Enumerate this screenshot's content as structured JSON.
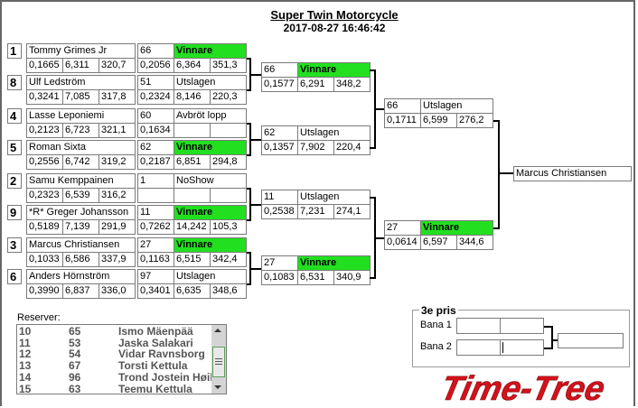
{
  "header": {
    "title": "Super Twin Motorcycle",
    "datetime": "2017-08-27 16:46:42"
  },
  "round1": [
    {
      "riders": [
        {
          "seed": "1",
          "name": "Tommy Grimes Jr",
          "rt": "0,1665",
          "et": "6,311",
          "speed": "320,7",
          "bib": "66",
          "status": "Vinnare",
          "winner": true,
          "r_rt": "0,2056",
          "r_et": "6,364",
          "r_speed": "351,3"
        },
        {
          "seed": "8",
          "name": "Ulf Ledström",
          "rt": "0,3241",
          "et": "7,085",
          "speed": "317,8",
          "bib": "51",
          "status": "Utslagen",
          "winner": false,
          "r_rt": "0,2324",
          "r_et": "8,146",
          "r_speed": "220,3"
        }
      ]
    },
    {
      "riders": [
        {
          "seed": "4",
          "name": "Lasse Leponiemi",
          "rt": "0,2123",
          "et": "6,723",
          "speed": "321,1",
          "bib": "60",
          "status": "Avbröt lopp",
          "winner": false,
          "r_rt": "0,1634",
          "r_et": "",
          "r_speed": ""
        },
        {
          "seed": "5",
          "name": "Roman Sixta",
          "rt": "0,2556",
          "et": "6,742",
          "speed": "319,2",
          "bib": "62",
          "status": "Vinnare",
          "winner": true,
          "r_rt": "0,2187",
          "r_et": "6,851",
          "r_speed": "294,8"
        }
      ]
    },
    {
      "riders": [
        {
          "seed": "2",
          "name": "Samu Kemppainen",
          "rt": "0,2323",
          "et": "6,539",
          "speed": "316,2",
          "bib": "1",
          "status": "NoShow",
          "winner": false,
          "r_rt": "",
          "r_et": "",
          "r_speed": ""
        },
        {
          "seed": "9",
          "name": "*R* Greger Johansson",
          "rt": "0,5189",
          "et": "7,139",
          "speed": "291,9",
          "bib": "11",
          "status": "Vinnare",
          "winner": true,
          "r_rt": "0,7262",
          "r_et": "14,242",
          "r_speed": "105,3"
        }
      ]
    },
    {
      "riders": [
        {
          "seed": "3",
          "name": "Marcus Christiansen",
          "rt": "0,1033",
          "et": "6,586",
          "speed": "337,9",
          "bib": "27",
          "status": "Vinnare",
          "winner": true,
          "r_rt": "0,1163",
          "r_et": "6,515",
          "r_speed": "342,4"
        },
        {
          "seed": "6",
          "name": "Anders Hörnström",
          "rt": "0,3990",
          "et": "6,837",
          "speed": "336,0",
          "bib": "97",
          "status": "Utslagen",
          "winner": false,
          "r_rt": "0,3401",
          "r_et": "6,635",
          "r_speed": "348,6"
        }
      ]
    }
  ],
  "round2": [
    {
      "bib": "66",
      "status": "Vinnare",
      "winner": true,
      "rt": "0,1577",
      "et": "6,291",
      "speed": "348,2"
    },
    {
      "bib": "62",
      "status": "Utslagen",
      "winner": false,
      "rt": "0,1357",
      "et": "7,902",
      "speed": "220,4"
    },
    {
      "bib": "11",
      "status": "Utslagen",
      "winner": false,
      "rt": "0,2538",
      "et": "7,231",
      "speed": "274,1"
    },
    {
      "bib": "27",
      "status": "Vinnare",
      "winner": true,
      "rt": "0,1083",
      "et": "6,531",
      "speed": "340,9"
    }
  ],
  "round3": [
    {
      "bib": "66",
      "status": "Utslagen",
      "winner": false,
      "rt": "0,1711",
      "et": "6,599",
      "speed": "276,2"
    },
    {
      "bib": "27",
      "status": "Vinnare",
      "winner": true,
      "rt": "0,0614",
      "et": "6,597",
      "speed": "344,6"
    }
  ],
  "champion": "Marcus Christiansen",
  "reserves": {
    "label": "Reserver:",
    "rows": [
      {
        "pos": "10",
        "bib": "65",
        "name": "Ismo Mäenpää"
      },
      {
        "pos": "11",
        "bib": "53",
        "name": "Jaska Salakari"
      },
      {
        "pos": "12",
        "bib": "54",
        "name": "Vidar Ravnsborg"
      },
      {
        "pos": "13",
        "bib": "67",
        "name": "Torsti Kettula"
      },
      {
        "pos": "14",
        "bib": "96",
        "name": "Trond Jostein Høil"
      },
      {
        "pos": "15",
        "bib": "63",
        "name": "Teemu Kettula"
      }
    ]
  },
  "third_place": {
    "label": "3e pris",
    "lane1_label": "Bana 1",
    "lane2_label": "Bana 2",
    "lane1_values": [
      "",
      ""
    ],
    "lane2_values": [
      "",
      ""
    ],
    "result": ""
  },
  "logo": {
    "text": "Time-Tree",
    "color": "#d4121c"
  },
  "colors": {
    "winner": "#22e01f",
    "border": "#7a7a7a"
  }
}
